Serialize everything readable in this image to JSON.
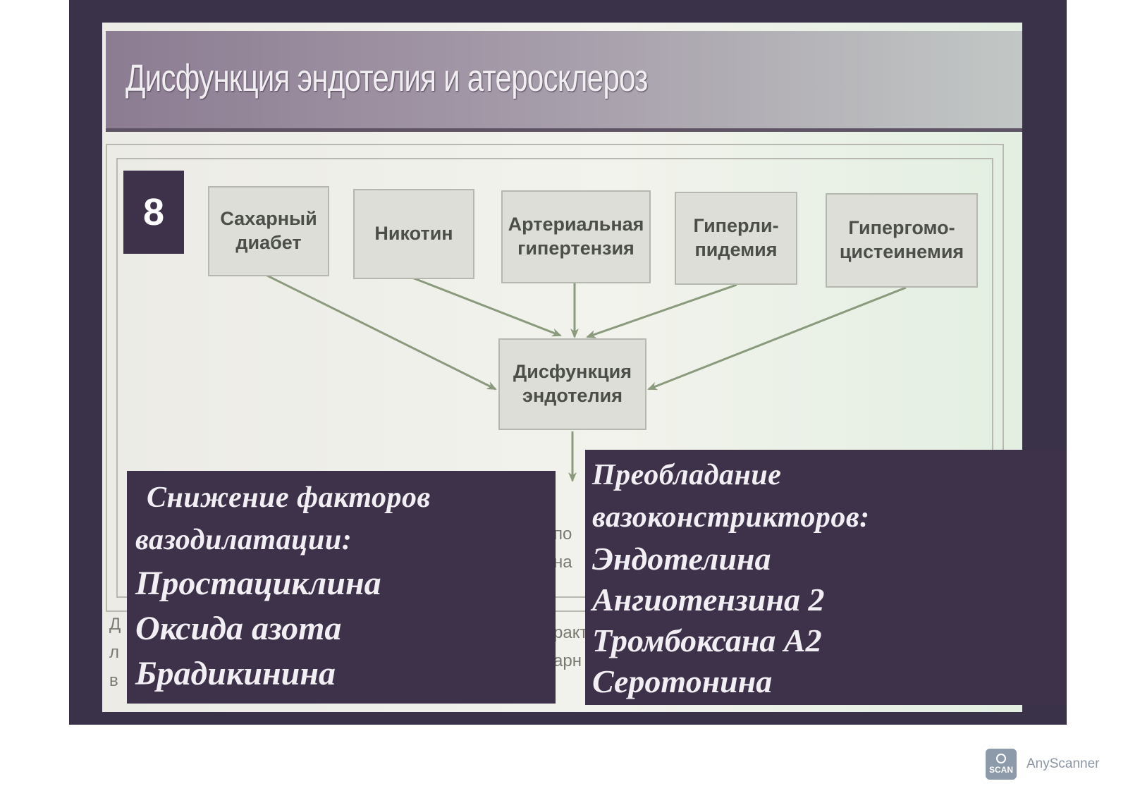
{
  "title": "Дисфункция эндотелия и атеросклероз",
  "figure_number": "8",
  "risk_factors": [
    {
      "label_line1": "Сахарный",
      "label_line2": "диабет"
    },
    {
      "label_line1": "Никотин",
      "label_line2": ""
    },
    {
      "label_line1": "Артериальная",
      "label_line2": "гипертензия"
    },
    {
      "label_line1": "Гиперли-",
      "label_line2": "пидемия"
    },
    {
      "label_line1": "Гипергомо-",
      "label_line2": "цистеинемия"
    }
  ],
  "center_node": {
    "line1": "Дисфункция",
    "line2": "эндотелия"
  },
  "left_box": {
    "heading_line1": "Снижение факторов",
    "heading_line2": "вазодилатации:",
    "items": [
      "Простациклина",
      "Оксида азота",
      "Брадикинина"
    ]
  },
  "right_box": {
    "heading_line1": "Преобладание",
    "heading_line2": "вазоконстрикторов:",
    "items": [
      "Эндотелина",
      "Ангиотензина 2",
      "Тромбоксана А2",
      "Серотонина"
    ]
  },
  "peeking_fragments": [
    "по",
    "на",
    "ракт",
    "арн",
    "Д",
    "л",
    "в"
  ],
  "watermark": {
    "logo_text": "SCAN",
    "brand": "AnyScanner"
  },
  "colors": {
    "overlay_bg": "#3d3249",
    "arrow": "#8a9a7c",
    "box_bg": "#dcded7"
  }
}
